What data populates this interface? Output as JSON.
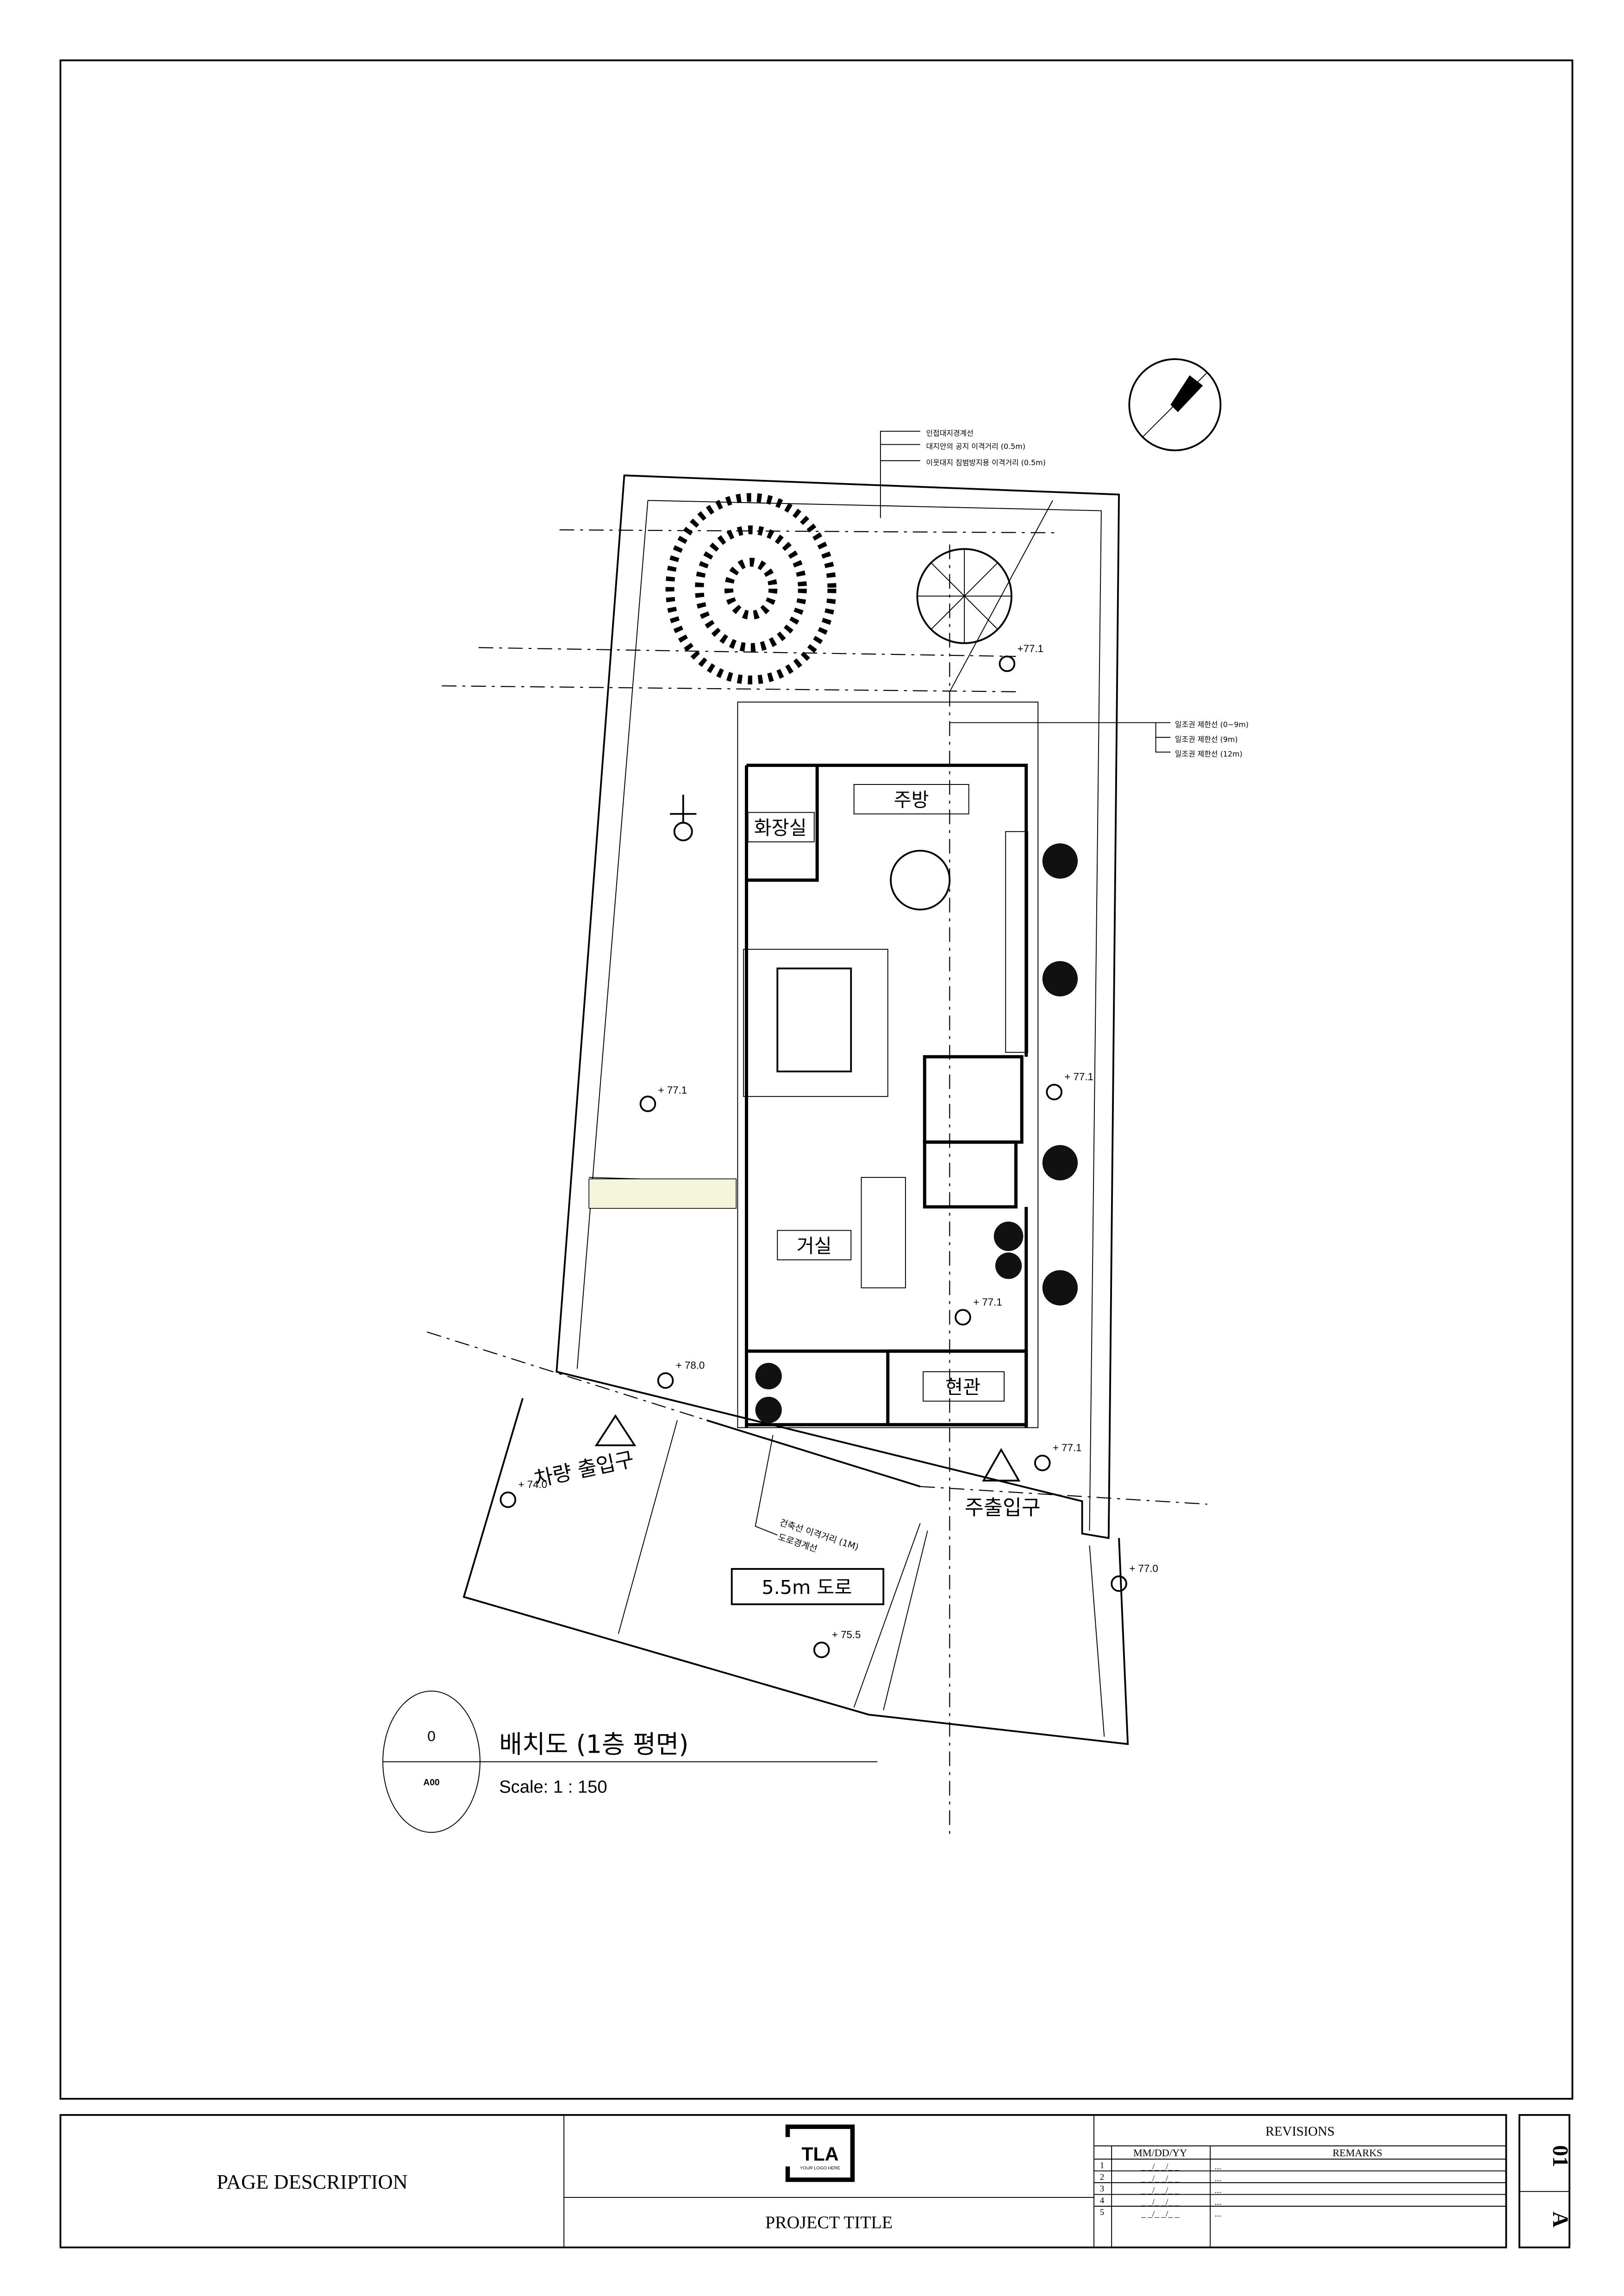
{
  "drawing": {
    "rooms": {
      "restroom": "화장실",
      "kitchen": "주방",
      "living": "거실",
      "entrance": "현관"
    },
    "entries": {
      "vehicle": "차량 출입구",
      "main": "주출입구"
    },
    "road_label": "5.5m 도로",
    "top_notes": [
      "인접대지경계선",
      "대지안의 공지 이격거리  (0.5m)",
      "이웃대지 침범방지용 이격거리   (0.5m)"
    ],
    "right_notes": [
      "일조권 제한선 (0~9m)",
      "일조권 제한선 (9m)",
      "일조권 제한선 (12m)"
    ],
    "road_notes": [
      "건축선 이격거리 (1M)",
      "도로경계선"
    ],
    "elevations": [
      "+77.1",
      "+ 77.1",
      "+ 77.1",
      "+ 77.1",
      "+ 78.0",
      "+ 77.1",
      "+ 74.0",
      "+ 77.0",
      "+ 75.5"
    ],
    "view_title": {
      "number": "0",
      "sheet": "A00",
      "title": "배치도 (1층 평면)",
      "scale": "Scale:  1 : 150"
    }
  },
  "title_block": {
    "page_description": "PAGE DESCRIPTION",
    "project_title": "PROJECT TITLE",
    "logo_text": "TLA",
    "logo_sub": "YOUR LOGO HERE",
    "revisions": {
      "header": "REVISIONS",
      "col_date": "MM/DD/YY",
      "col_remarks": "REMARKS",
      "rows": [
        {
          "no": "1",
          "date": "_ _/_ _/_ _",
          "remarks": "..."
        },
        {
          "no": "2",
          "date": "_ _/_ _/_ _",
          "remarks": "..."
        },
        {
          "no": "3",
          "date": "_ _/_ _/_ _",
          "remarks": "..."
        },
        {
          "no": "4",
          "date": "_ _/_ _/_ _",
          "remarks": "..."
        },
        {
          "no": "5",
          "date": "_ _/_ _/_ _",
          "remarks": "..."
        }
      ]
    },
    "sheet_letter": "A",
    "sheet_number": "01"
  }
}
